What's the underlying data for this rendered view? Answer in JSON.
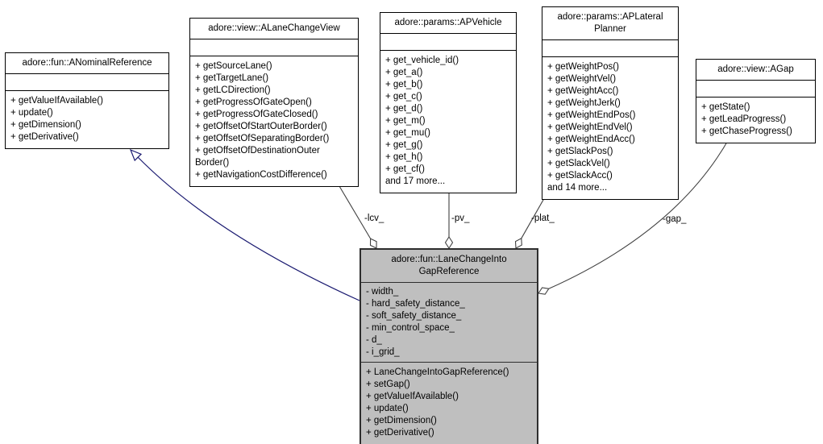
{
  "diagram_type": "uml-collaboration-graph",
  "colors": {
    "background": "#ffffff",
    "box_fill": "#ffffff",
    "box_border": "#000000",
    "highlight_fill": "#bfbfbf",
    "highlight_border": "#2e2e2e",
    "edge": "#404040",
    "inheritance_edge": "#191970",
    "text": "#000000"
  },
  "classes": [
    {
      "name": "ANominalReference",
      "title": "adore::fun::ANominalReference",
      "attributes": [],
      "methods": [
        "+ getValueIfAvailable()",
        "+ update()",
        "+ getDimension()",
        "+ getDerivative()"
      ]
    },
    {
      "name": "ALaneChangeView",
      "title": "adore::view::ALaneChangeView",
      "attributes": [],
      "methods": [
        "+ getSourceLane()",
        "+ getTargetLane()",
        "+ getLCDirection()",
        "+ getProgressOfGateOpen()",
        "+ getProgressOfGateClosed()",
        "+ getOffsetOfStartOuterBorder()",
        "+ getOffsetOfSeparatingBorder()",
        "+ getOffsetOfDestinationOuter\nBorder()",
        "+ getNavigationCostDifference()"
      ]
    },
    {
      "name": "APVehicle",
      "title": "adore::params::APVehicle",
      "attributes": [],
      "methods": [
        "+ get_vehicle_id()",
        "+ get_a()",
        "+ get_b()",
        "+ get_c()",
        "+ get_d()",
        "+ get_m()",
        "+ get_mu()",
        "+ get_g()",
        "+ get_h()",
        "+ get_cf()",
        "and 17 more..."
      ]
    },
    {
      "name": "APLateralPlanner",
      "title": "adore::params::APLateral\nPlanner",
      "attributes": [],
      "methods": [
        "+ getWeightPos()",
        "+ getWeightVel()",
        "+ getWeightAcc()",
        "+ getWeightJerk()",
        "+ getWeightEndPos()",
        "+ getWeightEndVel()",
        "+ getWeightEndAcc()",
        "+ getSlackPos()",
        "+ getSlackVel()",
        "+ getSlackAcc()",
        "and 14 more..."
      ]
    },
    {
      "name": "AGap",
      "title": "adore::view::AGap",
      "attributes": [],
      "methods": [
        "+ getState()",
        "+ getLeadProgress()",
        "+ getChaseProgress()"
      ]
    },
    {
      "name": "LaneChangeIntoGapReference",
      "title": "adore::fun::LaneChangeInto\nGapReference",
      "attributes": [
        "- width_",
        "- hard_safety_distance_",
        "- soft_safety_distance_",
        "- min_control_space_",
        "- d_",
        "- i_grid_"
      ],
      "methods": [
        "+ LaneChangeIntoGapReference()",
        "+ setGap()",
        "+ getValueIfAvailable()",
        "+ update()",
        "+ getDimension()",
        "+ getDerivative()"
      ]
    }
  ],
  "edges": [
    {
      "label": "-lcv_",
      "type": "aggregation",
      "from": "ALaneChangeView",
      "to": "LaneChangeIntoGapReference"
    },
    {
      "label": "-pv_",
      "type": "aggregation",
      "from": "APVehicle",
      "to": "LaneChangeIntoGapReference"
    },
    {
      "label": "-plat_",
      "type": "aggregation",
      "from": "APLateralPlanner",
      "to": "LaneChangeIntoGapReference"
    },
    {
      "label": "-gap_",
      "type": "aggregation",
      "from": "AGap",
      "to": "LaneChangeIntoGapReference"
    },
    {
      "label": "",
      "type": "inheritance",
      "from": "LaneChangeIntoGapReference",
      "to": "ANominalReference"
    }
  ]
}
